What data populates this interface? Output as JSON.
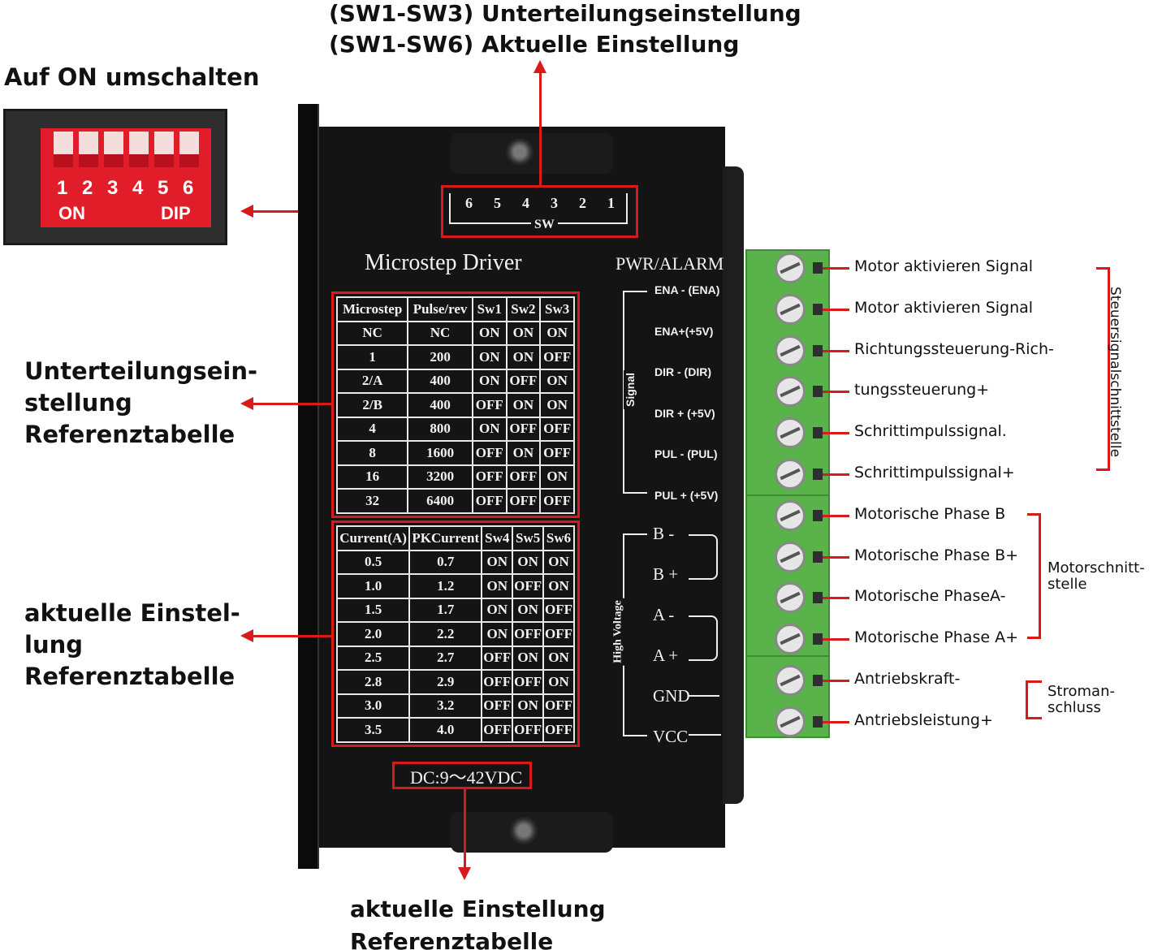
{
  "top_caption": {
    "line1": "(SW1-SW3) Unterteilungseinstellung",
    "line2": "(SW1-SW6) Aktuelle Einstellung"
  },
  "dip": {
    "title": "Auf ON umschalten",
    "numbers": [
      "1",
      "2",
      "3",
      "4",
      "5",
      "6"
    ],
    "on_label": "ON",
    "dip_label": "DIP"
  },
  "left_captions": {
    "microstep": [
      "Unterteilungsein-",
      "stellung",
      "Referenztabelle"
    ],
    "current": [
      "aktuelle Einstel-",
      "lung",
      "Referenztabelle"
    ]
  },
  "bottom_caption": [
    "aktuelle Einstellung",
    "Referenztabelle"
  ],
  "driver": {
    "sw_numbers": [
      "6",
      "5",
      "4",
      "3",
      "2",
      "1"
    ],
    "sw_label": "SW",
    "title": "Microstep Driver",
    "pwr_alarm": "PWR/ALARM",
    "signal_label": "Signal",
    "high_voltage_label": "High Voltage",
    "dc_label": "DC:9～42VDC",
    "signal_pins": [
      "ENA - (ENA)",
      "ENA+(+5V)",
      "DIR - (DIR)",
      "DIR + (+5V)",
      "PUL - (PUL)",
      "PUL + (+5V)"
    ],
    "power_pins": [
      "B -",
      "B +",
      "A -",
      "A +",
      "GND",
      "VCC"
    ]
  },
  "microstep_table": {
    "headers": [
      "Microstep",
      "Pulse/rev",
      "Sw1",
      "Sw2",
      "Sw3"
    ],
    "rows": [
      [
        "NC",
        "NC",
        "ON",
        "ON",
        "ON"
      ],
      [
        "1",
        "200",
        "ON",
        "ON",
        "OFF"
      ],
      [
        "2/A",
        "400",
        "ON",
        "OFF",
        "ON"
      ],
      [
        "2/B",
        "400",
        "OFF",
        "ON",
        "ON"
      ],
      [
        "4",
        "800",
        "ON",
        "OFF",
        "OFF"
      ],
      [
        "8",
        "1600",
        "OFF",
        "ON",
        "OFF"
      ],
      [
        "16",
        "3200",
        "OFF",
        "OFF",
        "ON"
      ],
      [
        "32",
        "6400",
        "OFF",
        "OFF",
        "OFF"
      ]
    ]
  },
  "current_table": {
    "headers": [
      "Current(A)",
      "PKCurrent",
      "Sw4",
      "Sw5",
      "Sw6"
    ],
    "rows": [
      [
        "0.5",
        "0.7",
        "ON",
        "ON",
        "ON"
      ],
      [
        "1.0",
        "1.2",
        "ON",
        "OFF",
        "ON"
      ],
      [
        "1.5",
        "1.7",
        "ON",
        "ON",
        "OFF"
      ],
      [
        "2.0",
        "2.2",
        "ON",
        "OFF",
        "OFF"
      ],
      [
        "2.5",
        "2.7",
        "OFF",
        "ON",
        "ON"
      ],
      [
        "2.8",
        "2.9",
        "OFF",
        "OFF",
        "ON"
      ],
      [
        "3.0",
        "3.2",
        "OFF",
        "ON",
        "OFF"
      ],
      [
        "3.5",
        "4.0",
        "OFF",
        "OFF",
        "OFF"
      ]
    ]
  },
  "terminal_labels": [
    "Motor aktivieren Signal",
    "Motor aktivieren Signal",
    "Richtungssteuerung-Rich-",
    "tungssteuerung+",
    "Schrittimpulssignal.",
    "Schrittimpulssignal+",
    "Motorische Phase B",
    "Motorische Phase B+",
    "Motorische PhaseA-",
    "Motorische Phase A+",
    "Antriebskraft-",
    "Antriebsleistung+"
  ],
  "groups": {
    "control": "Steuersignalschnittstelle",
    "motor": [
      "Motorschnitt-",
      "stelle"
    ],
    "power": [
      "Stroman-",
      "schluss"
    ]
  },
  "colors": {
    "accent_red": "#d81a1a",
    "terminal_green": "#59b34a",
    "driver_black": "#141414"
  }
}
